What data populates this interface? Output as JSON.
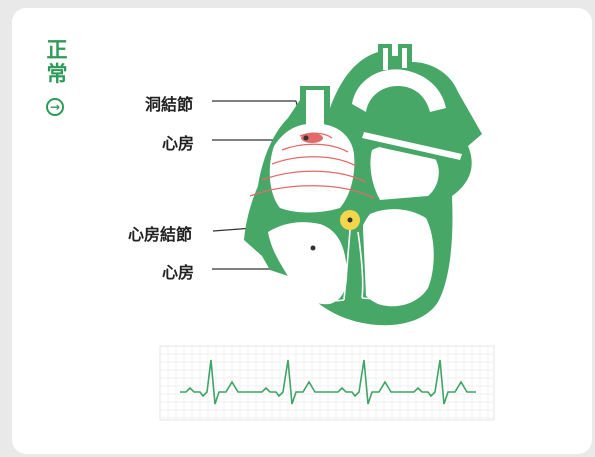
{
  "section": {
    "title_chars": [
      "正",
      "常"
    ],
    "arrow_icon": "→"
  },
  "labels": {
    "sa_node": "洞結節",
    "atrium_upper": "心房",
    "av_node": "心房結節",
    "atrium_lower": "心房"
  },
  "colors": {
    "heart_green": "#46a767",
    "accent_green": "#2e9a5a",
    "signal_red": "#e36a6a",
    "node_yellow": "#f4d64e",
    "ecg_line": "#3fa466",
    "grid_line": "#ececec"
  }
}
